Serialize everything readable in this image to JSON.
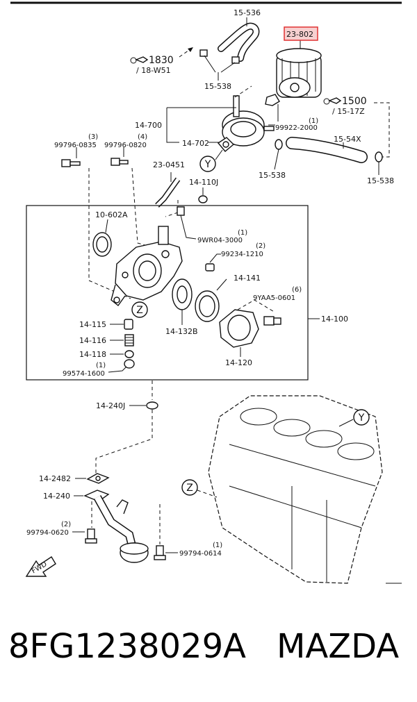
{
  "labels": {
    "p15_536": "15-536",
    "p23_802": "23-802",
    "ref1830": "1830",
    "ref18w51": "/ 18-W51",
    "p15_538a": "15-538",
    "ref1500": "1500",
    "ref15_17z": "/ 15-17Z",
    "p14_700": "14-700",
    "q99922": "(1)",
    "p99922": "99922-2000",
    "q99796_0835": "(3)",
    "p99796_0835": "99796-0835",
    "q99796_0820": "(4)",
    "p99796_0820": "99796-0820",
    "p14_702": "14-702",
    "p15_54x": "15-54X",
    "p23_0451": "23-0451",
    "p15_538b": "15-538",
    "p15_538c": "15-538",
    "p14_110j": "14-110J",
    "p10_602a": "10-602A",
    "q9wr04": "(1)",
    "p9wr04": "9WR04-3000",
    "q99234": "(2)",
    "p99234": "99234-1210",
    "p14_141": "14-141",
    "q9yaa5": "(6)",
    "p9yaa5": "9YAA5-0601",
    "p14_100": "14-100",
    "p14_115": "14-115",
    "p14_132b": "14-132B",
    "p14_116": "14-116",
    "p14_118": "14-118",
    "q99574": "(1)",
    "p99574": "99574-1600",
    "p14_120": "14-120",
    "p14_240j": "14-240J",
    "p14_2482": "14-2482",
    "p14_240": "14-240",
    "q99794_0620": "(2)",
    "p99794_0620": "99794-0620",
    "q99794_0614": "(1)",
    "p99794_0614": "99794-0614",
    "callout_y": "Y",
    "callout_z": "Z",
    "fwd": "FWD"
  },
  "footer": {
    "part_number": "8FG1238029A",
    "brand": "MAZDA"
  },
  "colors": {
    "highlight_border": "#e03030",
    "highlight_fill": "#f7d0d0"
  },
  "icons": {
    "ref_arrow": "reference-hand-icon",
    "fwd": "forward-arrow-icon"
  }
}
